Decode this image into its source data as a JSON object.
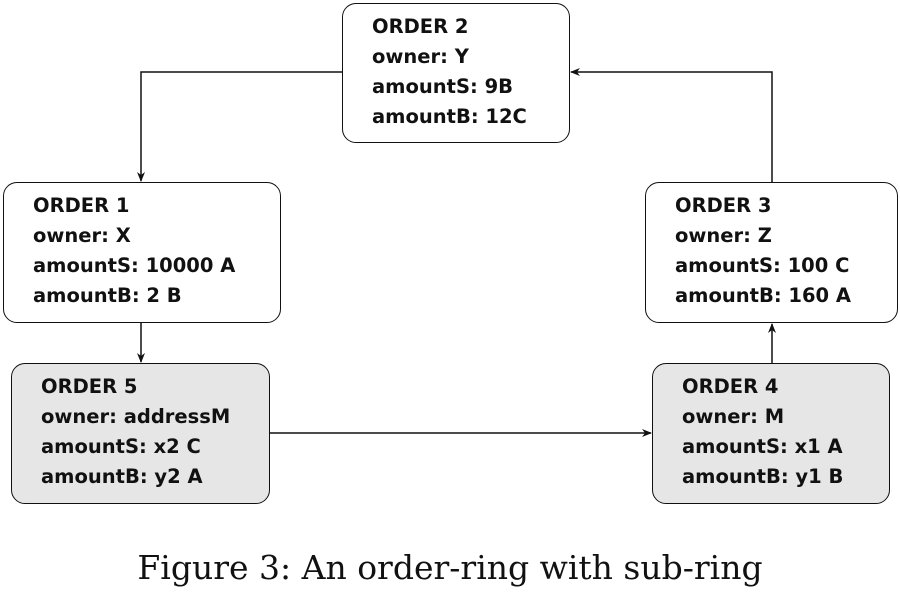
{
  "orders": {
    "order2": {
      "title": "ORDER 2",
      "owner": "owner:  Y",
      "amountS": "amountS: 9B",
      "amountB": "amountB: 12C"
    },
    "order1": {
      "title": "ORDER 1",
      "owner": "owner:  X",
      "amountS": "amountS: 10000 A",
      "amountB": "amountB: 2 B"
    },
    "order3": {
      "title": "ORDER 3",
      "owner": "owner:  Z",
      "amountS": "amountS: 100 C",
      "amountB": "amountB: 160 A"
    },
    "order5": {
      "title": "ORDER 5",
      "owner": "owner:  addressM",
      "amountS": "amountS: x2 C",
      "amountB": "amountB: y2 A"
    },
    "order4": {
      "title": "ORDER 4",
      "owner": "owner:  M",
      "amountS": "amountS: x1 A",
      "amountB": "amountB: y1 B"
    }
  },
  "colors": {
    "subring_fill": "#e6e6e6"
  },
  "caption": "Figure 3:  An order-ring with sub-ring"
}
